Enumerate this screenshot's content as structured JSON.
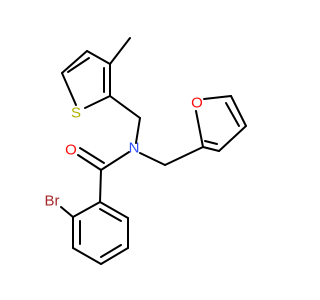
{
  "molecule": {
    "atoms": {
      "oxygen_carbonyl": "O",
      "nitrogen": "N",
      "bromine": "Br",
      "sulfur": "S",
      "oxygen_furan": "O"
    },
    "colors": {
      "bond": "#000000",
      "oxygen": "#ff0d0d",
      "nitrogen": "#3050f8",
      "bromine": "#a62929",
      "sulfur": "#b2b200",
      "background": "#ffffff"
    }
  }
}
